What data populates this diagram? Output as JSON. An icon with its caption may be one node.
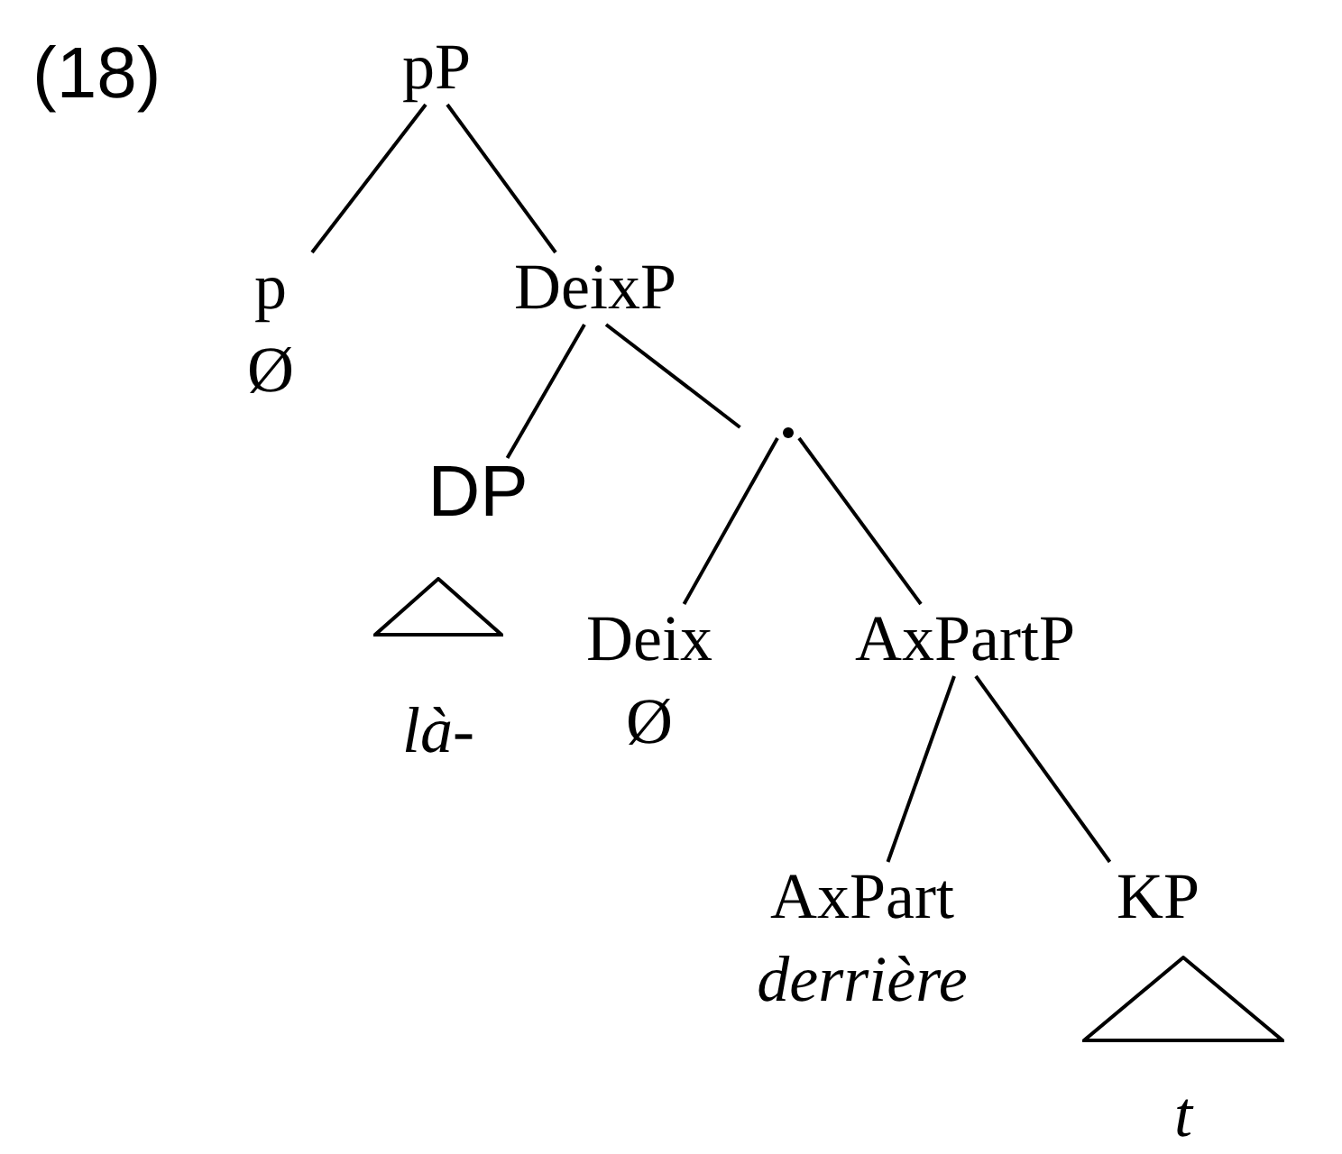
{
  "diagram": {
    "nodes": [
      {
        "text": [
          "pP"
        ]
      },
      {
        "text": [
          "p",
          "Ø"
        ]
      },
      {
        "text": [
          "DeixP"
        ]
      },
      {
        "text": [
          "DP"
        ]
      },
      {
        "text": [],
        "shape": "triangle",
        "beside": [
          "là-"
        ]
      },
      {
        "text": [],
        "shape": "point"
      },
      {
        "text": [
          "Deix",
          "Ø"
        ]
      },
      {
        "text": [
          "AxPartP"
        ]
      },
      {
        "text": [
          "AxPart",
          "derrière"
        ]
      },
      {
        "text": [
          "KP"
        ]
      },
      {
        "text": [],
        "shape": "triangle",
        "beside": [
          "t"
        ]
      }
    ],
    "edges": [
      {
        "from": 0,
        "to": 1,
        "arrow": "none"
      },
      {
        "from": 0,
        "to": 2,
        "arrow": "none"
      },
      {
        "from": 2,
        "to": 3,
        "arrow": "none"
      },
      {
        "from": 2,
        "to": 5,
        "arrow": "none"
      },
      {
        "from": 5,
        "to": 6,
        "arrow": "none"
      },
      {
        "from": 5,
        "to": 7,
        "arrow": "none"
      },
      {
        "from": 7,
        "to": 8,
        "arrow": "none"
      },
      {
        "from": 7,
        "to": 9,
        "arrow": "none"
      }
    ],
    "labels": [
      "(18)"
    ]
  }
}
